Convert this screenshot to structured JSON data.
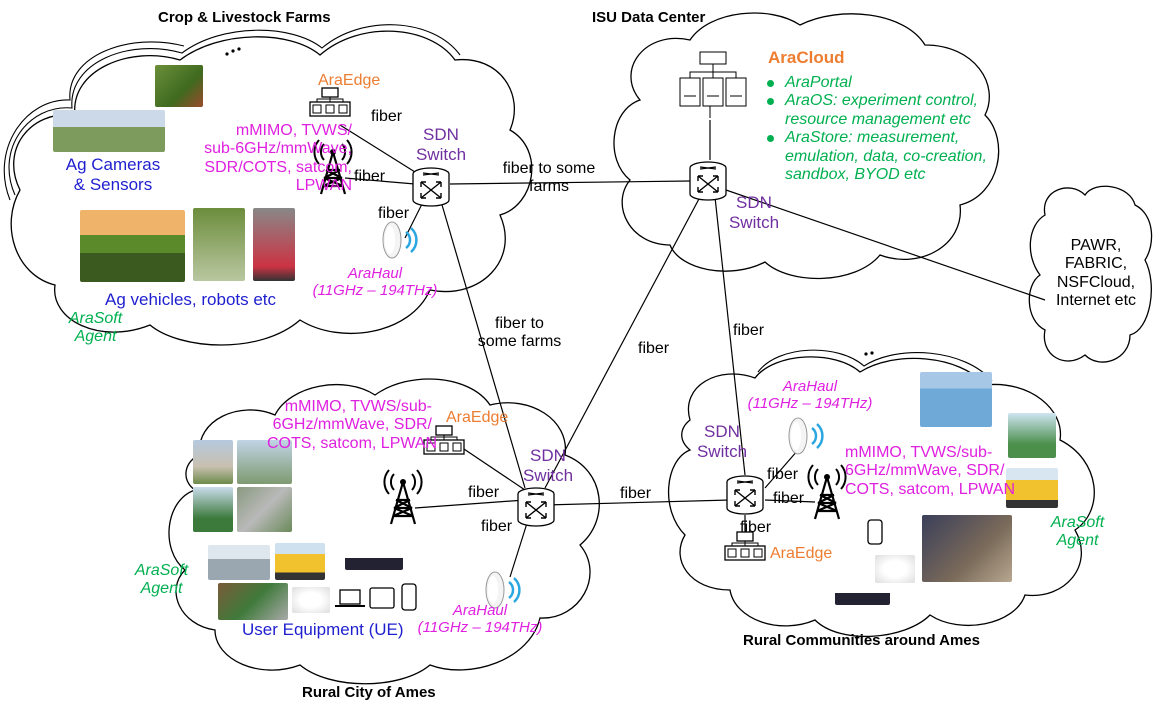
{
  "regions": {
    "farms_title": "Crop & Livestock Farms",
    "datacenter_title": "ISU Data Center",
    "ames_title": "Rural City of Ames",
    "communities_title": "Rural Communities around Ames"
  },
  "farms": {
    "araedge": "AraEdge",
    "radio_tech": [
      "mMIMO, TVWS/",
      "sub-6GHz/mmWave,",
      "SDR/COTS, satcom,",
      "LPWAN"
    ],
    "sdn_switch": [
      "SDN",
      "Switch"
    ],
    "ag_cameras": [
      "Ag Cameras",
      "& Sensors"
    ],
    "ag_vehicles": "Ag vehicles, robots etc",
    "arahaul": [
      "AraHaul",
      "(11GHz – 194THz)"
    ],
    "arasoft": [
      "AraSoft",
      "Agent"
    ],
    "fiber_edge": "fiber",
    "fiber_tower": "fiber",
    "fiber_haul": "fiber"
  },
  "datacenter": {
    "aracloud": "AraCloud",
    "aracloud_items": [
      "AraPortal",
      "AraOS: experiment control, resource management etc",
      "AraStore: measurement, emulation, data, co-creation, sandbox, BYOD etc"
    ],
    "sdn_switch": [
      "SDN",
      "Switch"
    ]
  },
  "external": [
    "PAWR,",
    "FABRIC,",
    "NSFCloud,",
    "Internet etc"
  ],
  "links": {
    "farms_to_dc": [
      "fiber to some",
      "farms"
    ],
    "farms_to_ames": [
      "fiber to",
      "some farms"
    ],
    "ames_to_dc": "fiber",
    "communities_to_dc": "fiber",
    "ames_to_communities": "fiber"
  },
  "ames": {
    "radio_tech": [
      "mMIMO, TVWS/sub-",
      "6GHz/mmWave, SDR/",
      "COTS, satcom, LPWAN"
    ],
    "araedge": "AraEdge",
    "sdn_switch": [
      "SDN",
      "Switch"
    ],
    "fiber_tower": "fiber",
    "fiber_haul": "fiber",
    "arasoft": [
      "AraSoft",
      "Agent"
    ],
    "ue": "User Equipment (UE)",
    "arahaul": [
      "AraHaul",
      "(11GHz – 194THz)"
    ]
  },
  "communities": {
    "arahaul": [
      "AraHaul",
      "(11GHz – 194THz)"
    ],
    "sdn_switch": [
      "SDN",
      "Switch"
    ],
    "radio_tech": [
      "mMIMO, TVWS/sub-",
      "6GHz/mmWave, SDR/",
      "COTS, satcom, LPWAN"
    ],
    "fiber_haul": "fiber",
    "fiber_tower": "fiber",
    "fiber_edge": "fiber",
    "araedge": "AraEdge",
    "arasoft": [
      "AraSoft",
      "Agent"
    ]
  },
  "colors": {
    "orange": "#ed7d31",
    "magenta": "#e020e0",
    "purple": "#7030a0",
    "blue": "#1f1fd0",
    "green": "#00b050"
  }
}
